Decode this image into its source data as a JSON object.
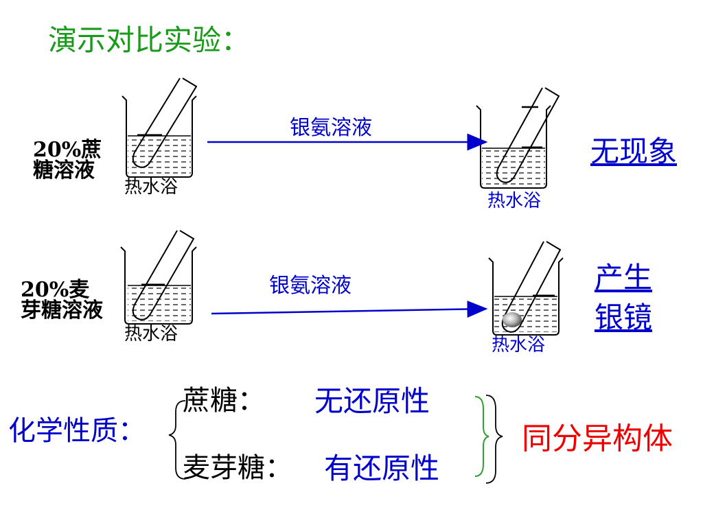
{
  "title": "演示对比实验：",
  "rows": [
    {
      "sample_label": "20%蔗糖溶液",
      "reagent": "银氨溶液",
      "bath_before": "热水浴",
      "bath_after": "热水浴",
      "result": "无现象"
    },
    {
      "sample_label": "20%麦芽糖溶液",
      "reagent": "银氨溶液",
      "bath_before": "热水浴",
      "bath_after": "热水浴",
      "result": "产生银镜"
    }
  ],
  "chemical_properties": {
    "label": "化学性质：",
    "items": [
      {
        "sugar": "蔗糖：",
        "property": "无还原性"
      },
      {
        "sugar": "麦芽糖：",
        "property": "有还原性"
      }
    ],
    "conclusion": "同分异构体"
  },
  "colors": {
    "title": "#1a9a1a",
    "reagent": "#0000cc",
    "arrow": "#0000cc",
    "result": "#0000cc",
    "conclusion": "#ee0000",
    "brace_inner": "#2e9e2e"
  }
}
